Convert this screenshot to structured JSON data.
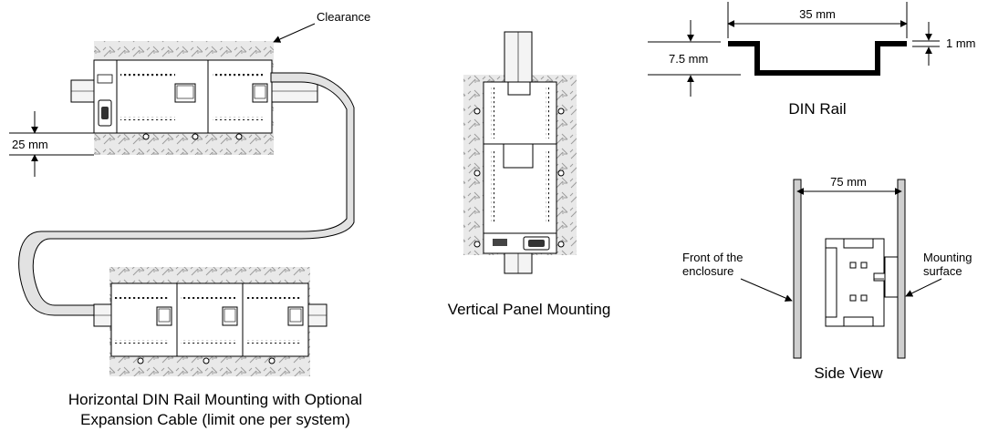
{
  "labels": {
    "clearance": "Clearance",
    "gap_25": "25 mm",
    "horizontal_caption_line1": "Horizontal DIN Rail Mounting with Optional",
    "horizontal_caption_line2": "Expansion Cable (limit one per system)",
    "vertical_caption": "Vertical Panel Mounting",
    "rail_width": "35 mm",
    "rail_height": "7.5 mm",
    "rail_thickness": "1 mm",
    "rail_caption": "DIN Rail",
    "enclosure_depth": "75 mm",
    "front_line1": "Front of the",
    "front_line2": "enclosure",
    "mount_line1": "Mounting",
    "mount_line2": "surface",
    "side_caption": "Side View"
  }
}
